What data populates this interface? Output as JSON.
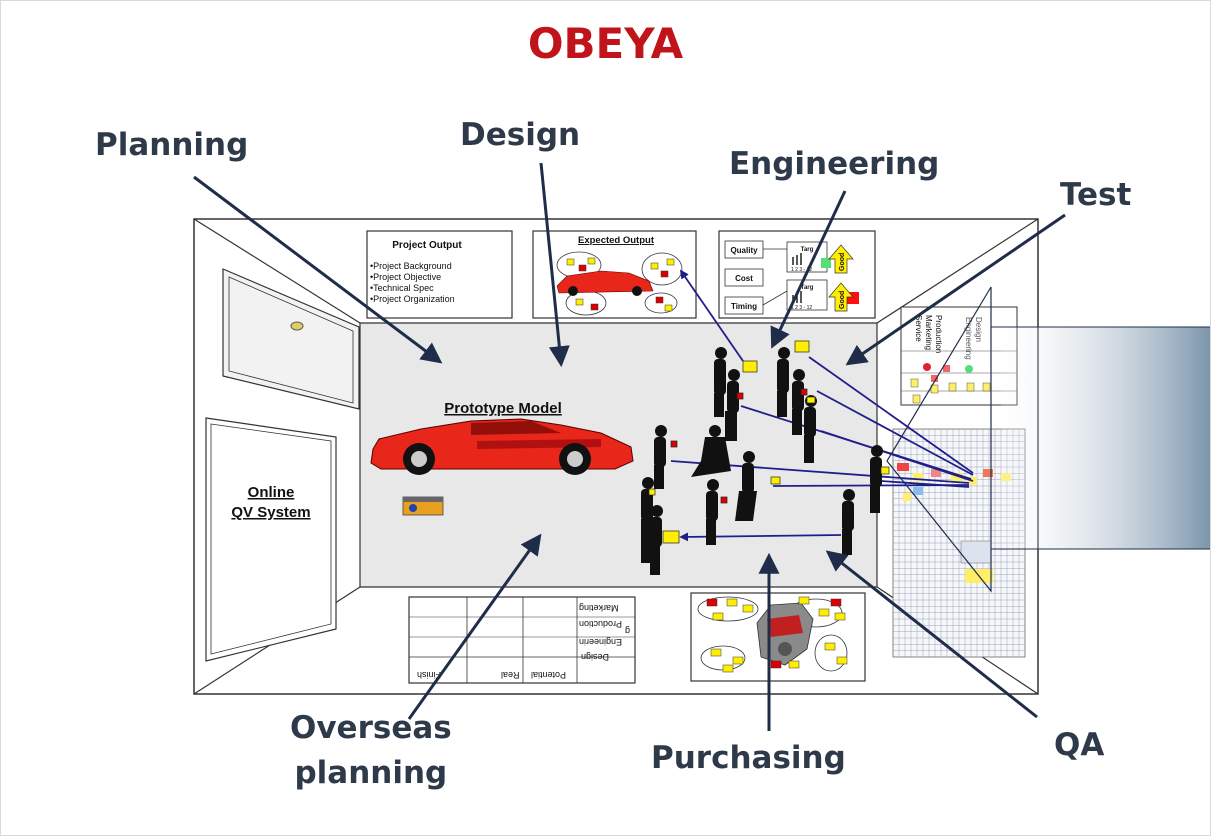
{
  "title": "OBEYA",
  "labels": {
    "planning": "Planning",
    "design": "Design",
    "engineering": "Engineering",
    "test": "Test",
    "overseas_line1": "Overseas",
    "overseas_line2": "planning",
    "purchasing": "Purchasing",
    "qa": "QA"
  },
  "room": {
    "project_output": {
      "heading": "Project Output",
      "items": [
        "•Project Background",
        "•Project Objective",
        "•Technical Spec",
        "•Project Organization"
      ]
    },
    "expected_output": {
      "heading": "Expected Output"
    },
    "metrics": {
      "rows": [
        "Quality",
        "Cost",
        "Timing"
      ],
      "chart_label": "Targ",
      "axis_text": "1 2 3 - 12",
      "badge": "Good"
    },
    "prototype": {
      "heading": "Prototype Model"
    },
    "online_system": {
      "line1": "Online",
      "line2": "QV System"
    },
    "bottom_table": {
      "rows": [
        "Marketing",
        "Production",
        "g",
        "Engineerin",
        "Design"
      ],
      "columns": [
        "Potential",
        "Real",
        "Finish"
      ]
    },
    "right_board": {
      "columns": [
        "Design",
        "Engineering",
        "Production",
        "Marketing",
        "Service"
      ]
    }
  },
  "colors": {
    "title": "#c0141a",
    "label": "#2e3a4a",
    "arrow": "#1f2d4a",
    "sight_line": "#1f1f8a",
    "car": "#e8261a",
    "sticky": "#ffee00",
    "sticky_red": "#dd0000"
  }
}
